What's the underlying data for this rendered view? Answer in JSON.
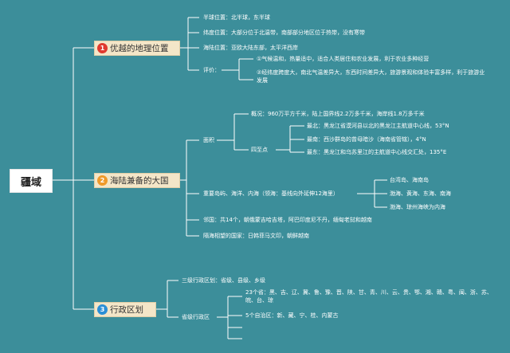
{
  "root": "疆域",
  "branches": [
    {
      "num": "1",
      "title": "优越的地理位置",
      "badge_color": "#e03a2f",
      "items": {
        "hemisphere": "半球位置：北半球，东半球",
        "latitude": "纬度位置：大部分位于北温带，南部部分地区位于热带，没有寒带",
        "sea_land": "海陆位置：亚欧大陆东部，太平洋西岸",
        "eval_label": "评价：",
        "eval_points": [
          "①气候温和，热量适中，适合人类居住和农业发展，利于农业多种经营",
          "②经纬度跨度大，南北气温差异大，东西时间差异大，旅游景观和体验丰富多样，利于旅游业发展"
        ]
      }
    },
    {
      "num": "2",
      "title": "海陆兼备的大国",
      "badge_color": "#f09a2a",
      "items": {
        "area_label": "面积",
        "area_overview": "概况：960万平方千米，陆上国界线2.2万多千米，海岸线1.8万多千米",
        "extremes_label": "四至点",
        "extremes": [
          "最北：黑龙江省漠河县以北的黑龙江主航道中心线，53°N",
          "最南：西沙群岛的曾母暗沙（海南省管辖），4°N",
          "最东：黑龙江和乌苏里江的主航道中心线交汇处，135°E"
        ],
        "islands_seas": "重要岛屿、海洋、内海（领海：基线向外延伸12海里）",
        "islands_list": [
          "台湾岛、海南岛",
          "渤海、黄海、东海、南海",
          "渤海、琼州海峡为内海"
        ],
        "neighbors": "邻国：共14个，朝俄蒙吉哈吉塔，阿巴印度尼不丹，缅甸老挝和越南",
        "sea_neighbors": "隔海相望的国家：日韩菲马文印，朝鲜越南"
      }
    },
    {
      "num": "3",
      "title": "行政区划",
      "badge_color": "#2b8fd6",
      "items": {
        "three_levels": "三级行政区划：省级、县级、乡级",
        "province_label": "省级行政区",
        "provinces_23": "23个省：黑、吉、辽、冀、鲁、豫、晋、陕、甘、青、川、云、贵、鄂、湘、赣、粤、闽、浙、苏、皖、台、琼",
        "autonomous": "5个自治区：新、藏、宁、桂、内蒙古"
      }
    }
  ]
}
